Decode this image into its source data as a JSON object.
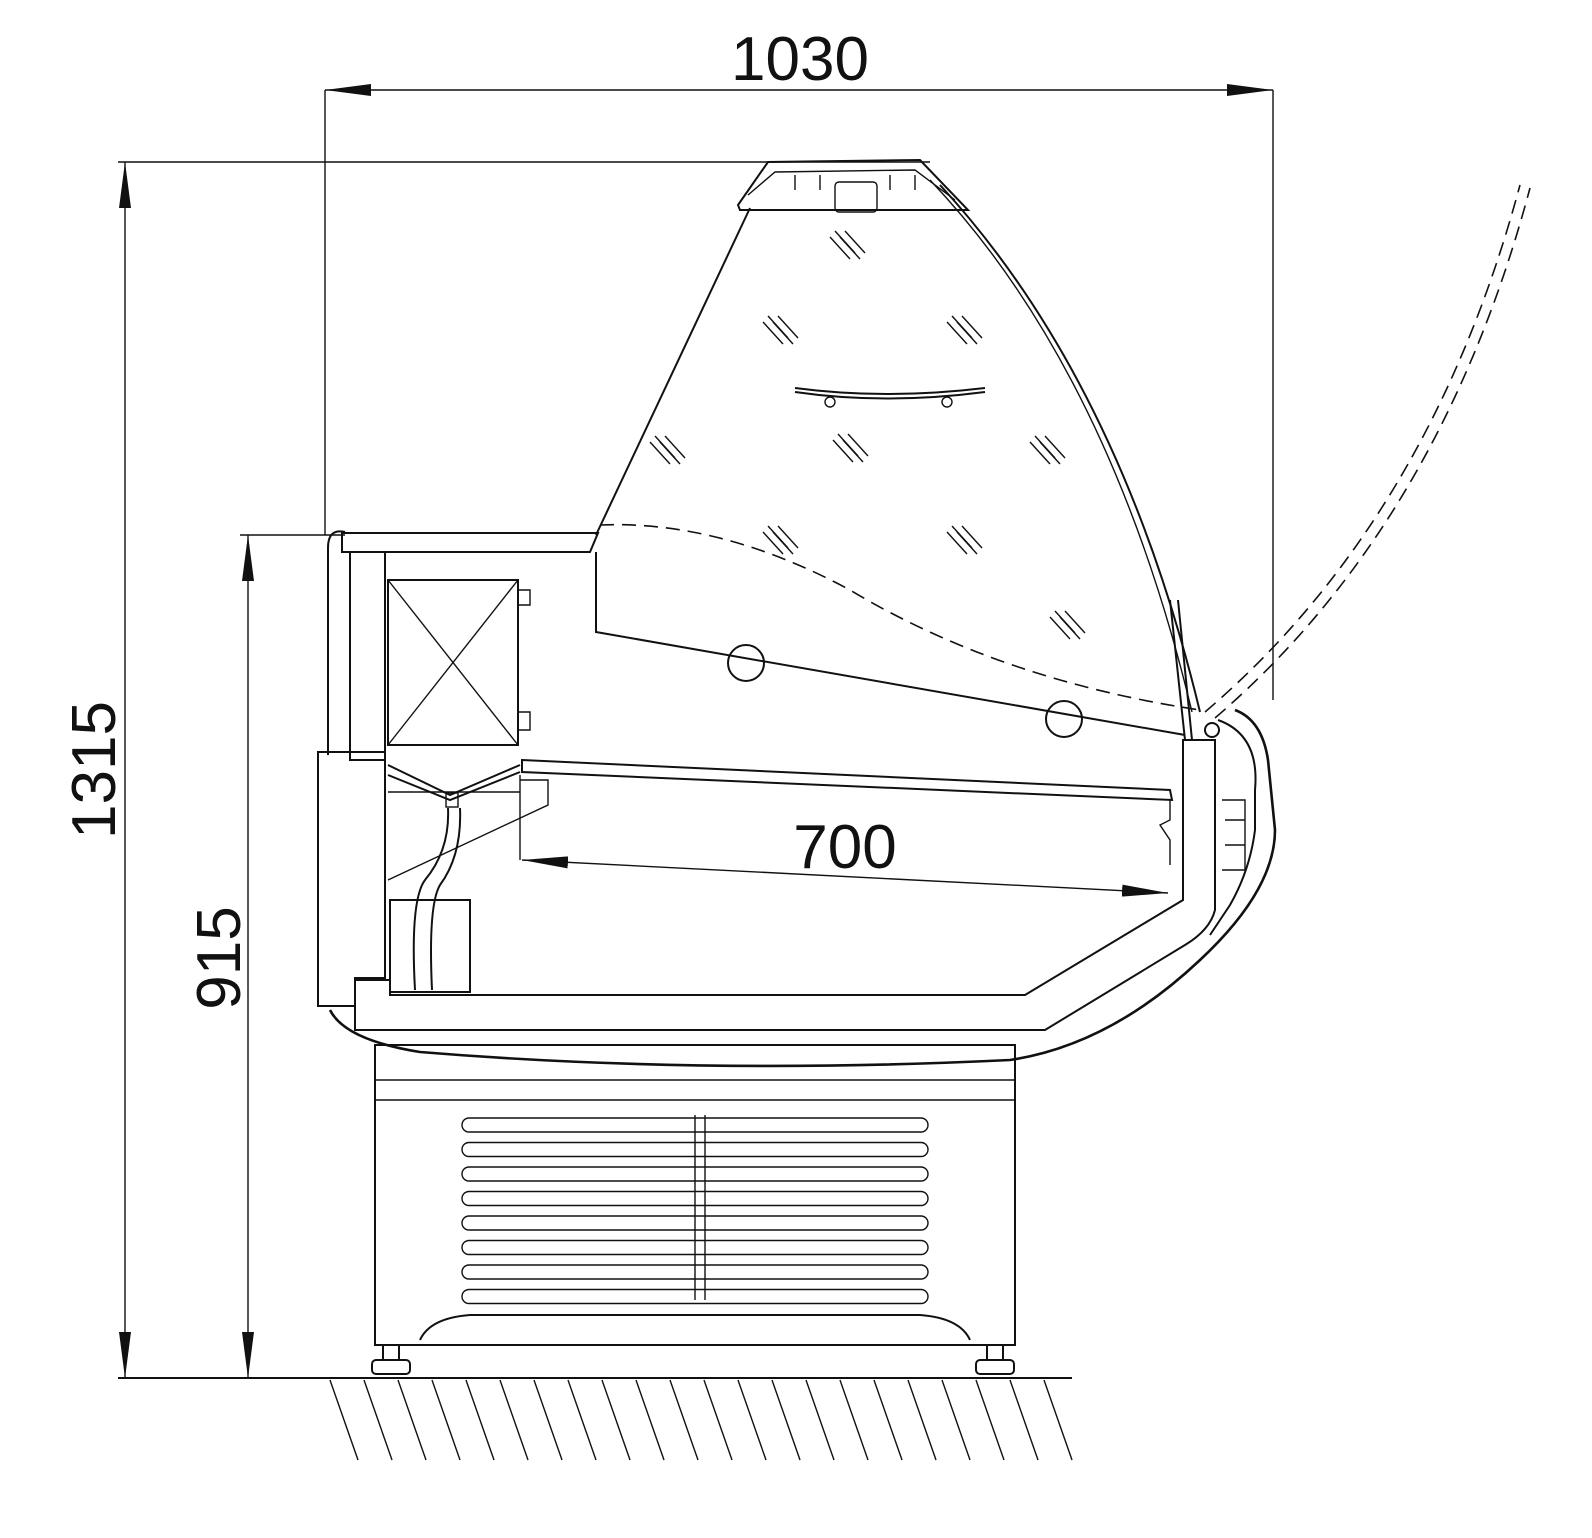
{
  "drawing": {
    "title": "Refrigerated display counter side section",
    "units": "mm",
    "dimensions": {
      "overall_depth": "1030",
      "overall_height": "1315",
      "counter_height": "915",
      "display_depth": "700"
    }
  },
  "colors": {
    "line": "#111111",
    "background": "#ffffff"
  }
}
